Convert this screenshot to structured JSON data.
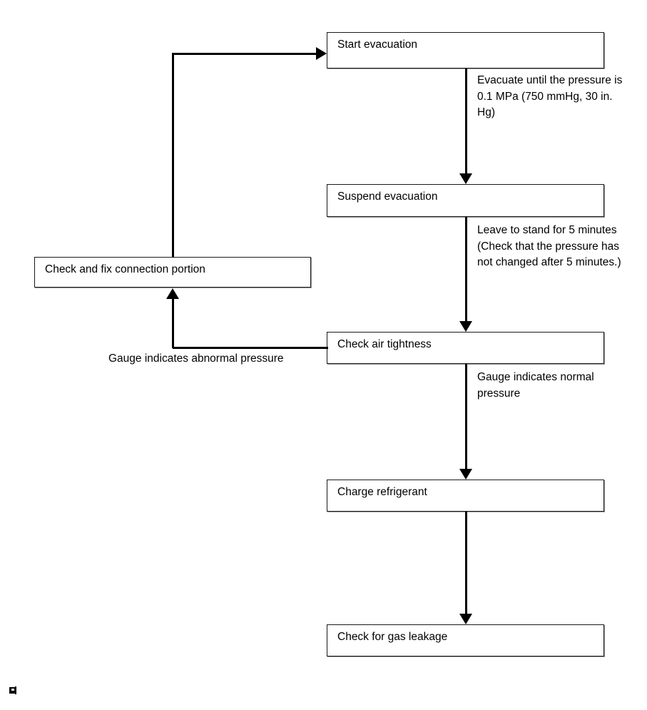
{
  "diagram": {
    "title": "Evacuation and refrigerant charging procedure flowchart",
    "nodes": [
      {
        "id": "start-evacuation",
        "label": "Start evacuation"
      },
      {
        "id": "suspend-evacuation",
        "label": "Suspend evacuation"
      },
      {
        "id": "check-fix-connection",
        "label": "Check and fix connection portion"
      },
      {
        "id": "check-air-tightness",
        "label": "Check air tightness"
      },
      {
        "id": "charge-refrigerant",
        "label": "Charge refrigerant"
      },
      {
        "id": "check-gas-leakage",
        "label": "Check for gas leakage"
      }
    ],
    "edge_labels": [
      {
        "id": "evacuate-pressure-note",
        "text": "Evacuate until the pressure is\n0.1 MPa (750 mmHg, 30 in.\nHg)"
      },
      {
        "id": "leave-to-stand-note",
        "text": "Leave to stand for 5 minutes\n(Check that the pressure has\nnot changed after 5 minutes.)"
      },
      {
        "id": "abnormal-pressure-note",
        "text": "Gauge indicates abnormal pressure"
      },
      {
        "id": "normal-pressure-note",
        "text": "Gauge indicates normal\npressure"
      }
    ],
    "colors": {
      "line": "#000000",
      "box_border": "#1a1a1a",
      "background": "#ffffff",
      "text": "#000000"
    }
  }
}
